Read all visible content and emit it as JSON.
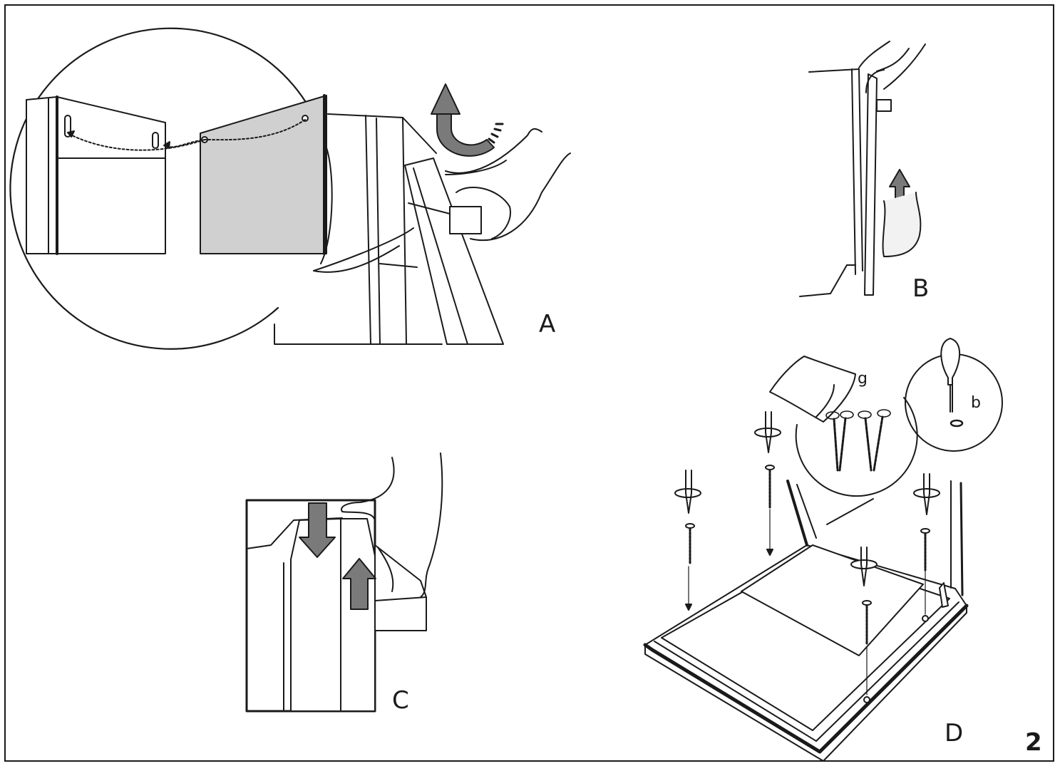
{
  "labels": {
    "panel_a": "A",
    "panel_b": "B",
    "panel_c": "C",
    "panel_d": "D",
    "part_g": "g",
    "part_b": "b"
  },
  "page_number": "2",
  "colors": {
    "line": "#1a1a1a",
    "panel_fill": "#d0d0d0",
    "arrow_fill": "#7a7a7a",
    "light_fill": "#efefef"
  }
}
